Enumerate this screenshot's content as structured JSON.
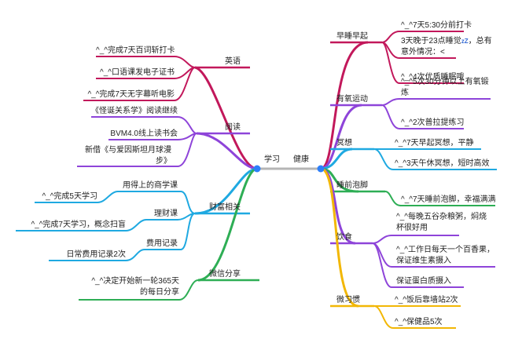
{
  "center": {
    "left": "学习",
    "right": "健康"
  },
  "left": [
    {
      "branch": "英语",
      "items": [
        "^_^完成7天百词斩打卡",
        "^_^口语课发电子证书",
        "^_^完成7天无字幕听电影"
      ]
    },
    {
      "branch": "阅读",
      "items": [
        "《怪诞关系学》阅读继续",
        "BVM4.0线上读书会",
        "新借《与爱因斯坦月球漫步》"
      ]
    },
    {
      "branch": "财富相关",
      "items": [
        "用得上的商学课",
        "^_^完成5天学习",
        "理财课",
        "^_^完成7天学习，概念扫盲",
        "费用记录",
        "日常费用记录2次"
      ]
    },
    {
      "branch": "微信分享",
      "items": [
        "^_^决定开始新一轮365天的每日分享"
      ]
    }
  ],
  "right": [
    {
      "branch": "早睡早起",
      "items": [
        "^_^7天5:30分前打卡",
        "3天晚于23点睡觉",
        "zZ",
        "，总有意外情况：<",
        "^_^4次优质睡眠哦"
      ]
    },
    {
      "branch": "有氧运动",
      "items": [
        "^_^5次30分钟以上有氧锻炼",
        "^_^2次普拉提练习"
      ]
    },
    {
      "branch": "冥想",
      "items": [
        "^_^7天早起冥想，平静",
        "^_^3天午休冥想，短时高效"
      ]
    },
    {
      "branch": "睡前泡脚",
      "items": [
        "^_^7天睡前泡脚，幸福满满"
      ]
    },
    {
      "branch": "饮食",
      "items": [
        "^_^每晚五谷杂粮粥，焖烧杯很好用",
        "^_^工作日每天一个百香果，保证维生素摄入",
        "保证蛋白质摄入"
      ]
    },
    {
      "branch": "微习惯",
      "items": [
        "^_^饭后靠墙站2次",
        "^_^保健品5次"
      ]
    }
  ],
  "colors": {
    "pink": "#c2185b",
    "violet": "#8e44d9",
    "cyan": "#1fa9e1",
    "green": "#2eae55",
    "yellow": "#f2b705",
    "center_line": "#b5b5b5",
    "node_dot": "#2d7ff9"
  }
}
